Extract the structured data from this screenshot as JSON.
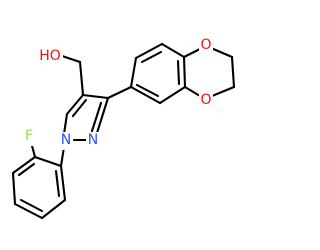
{
  "molecule": {
    "atoms": {
      "hydroxyl": {
        "label": "HO",
        "color": "#ff0d0d"
      },
      "ring_oxygen_top": {
        "label": "O",
        "color": "#ff0d0d"
      },
      "ring_oxygen_bottom": {
        "label": "O",
        "color": "#ff0d0d"
      },
      "pyrazole_n1": {
        "label": "N",
        "color": "#3050f8"
      },
      "pyrazole_n2": {
        "label": "N",
        "color": "#3050f8"
      },
      "fluorine": {
        "label": "F",
        "color": "#90e050"
      }
    },
    "bond_color": "#000000",
    "background": "#ffffff"
  }
}
